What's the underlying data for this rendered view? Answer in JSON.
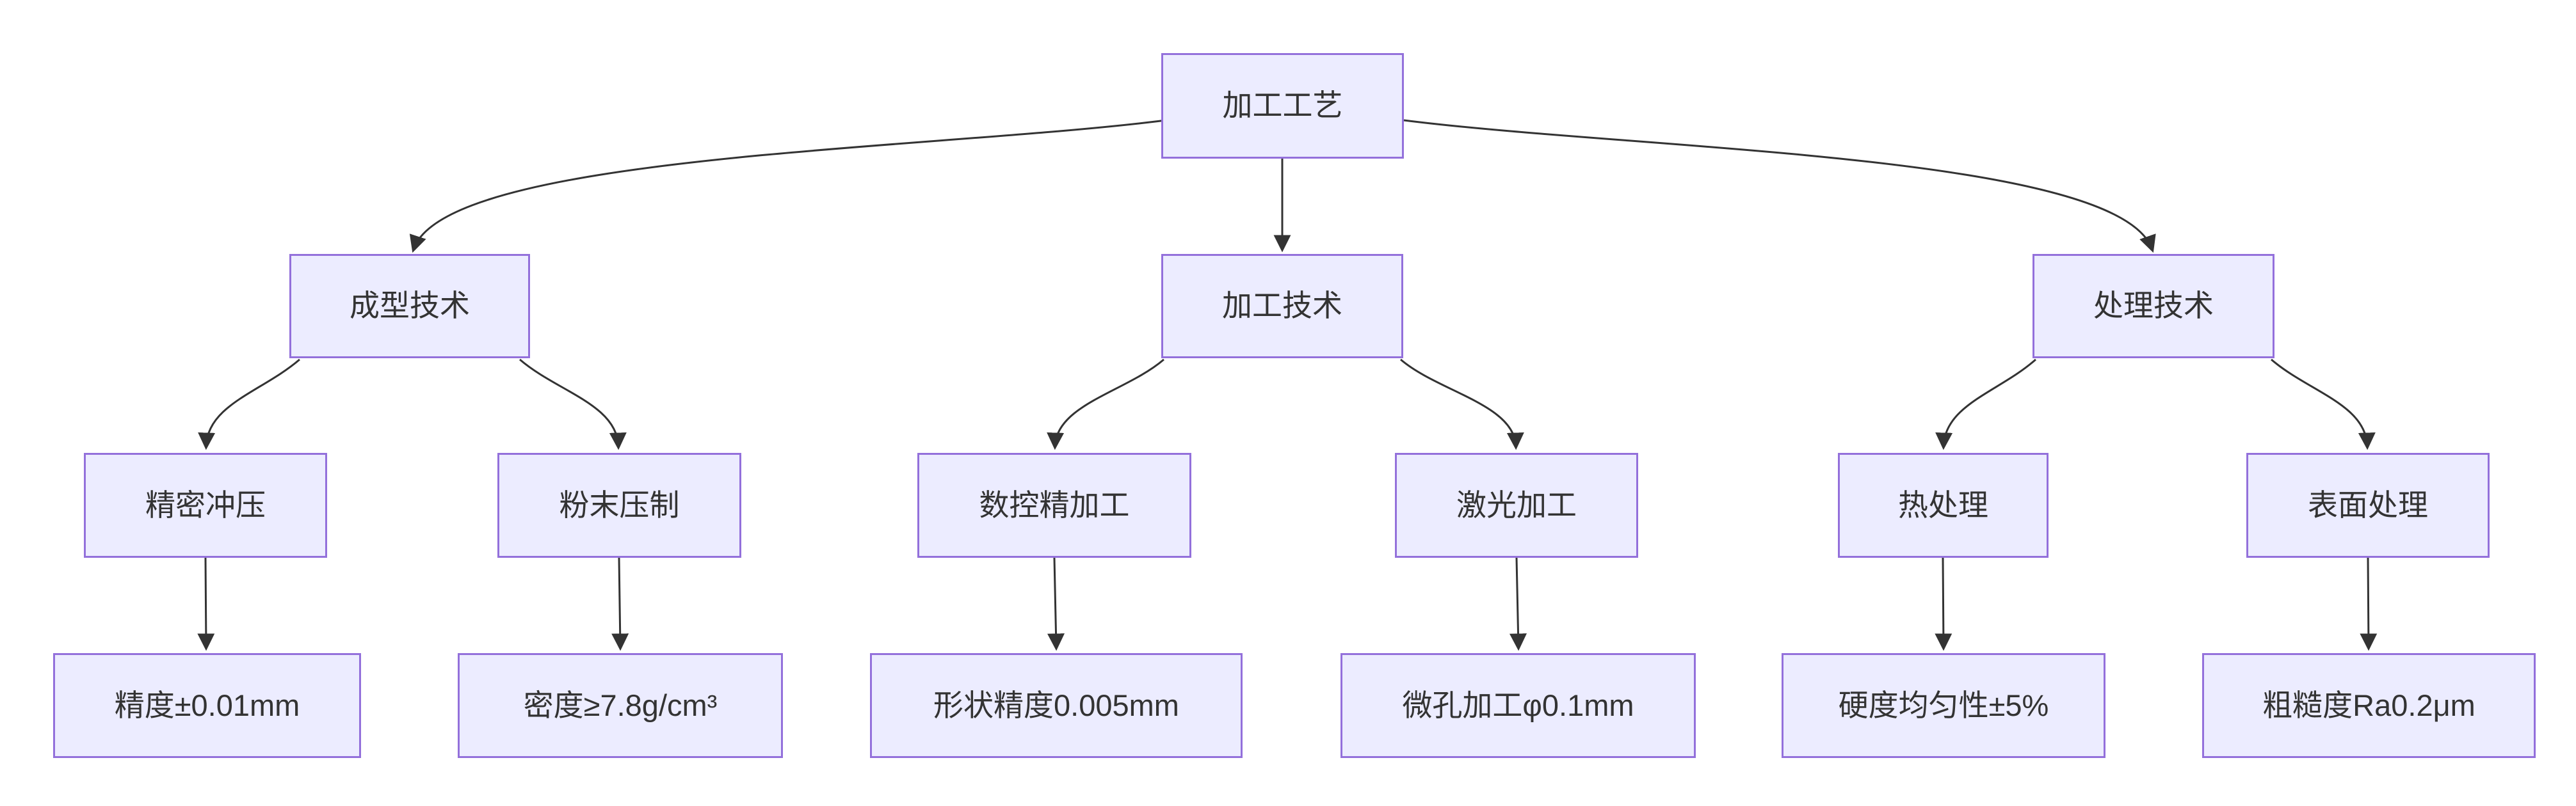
{
  "diagram_type": "flowchart-top-down",
  "colors": {
    "node_fill": "#ECECFF",
    "node_border": "#9370DB",
    "edge": "#333333",
    "text": "#333333",
    "background": "#FFFFFF"
  },
  "nodes": {
    "root": "加工工艺",
    "forming": "成型技术",
    "machining": "加工技术",
    "treatment": "处理技术",
    "stamping": "精密冲压",
    "powder": "粉末压制",
    "cnc": "数控精加工",
    "laser": "激光加工",
    "heat": "热处理",
    "surface": "表面处理",
    "stamping_spec": "精度±0.01mm",
    "powder_spec": "密度≥7.8g/cm³",
    "cnc_spec": "形状精度0.005mm",
    "laser_spec": "微孔加工φ0.1mm",
    "heat_spec": "硬度均匀性±5%",
    "surface_spec": "粗糙度Ra0.2μm"
  },
  "structure": {
    "edges": [
      {
        "from": "root",
        "to": "forming"
      },
      {
        "from": "root",
        "to": "machining"
      },
      {
        "from": "root",
        "to": "treatment"
      },
      {
        "from": "forming",
        "to": "stamping"
      },
      {
        "from": "forming",
        "to": "powder"
      },
      {
        "from": "machining",
        "to": "cnc"
      },
      {
        "from": "machining",
        "to": "laser"
      },
      {
        "from": "treatment",
        "to": "heat"
      },
      {
        "from": "treatment",
        "to": "surface"
      },
      {
        "from": "stamping",
        "to": "stamping_spec"
      },
      {
        "from": "powder",
        "to": "powder_spec"
      },
      {
        "from": "cnc",
        "to": "cnc_spec"
      },
      {
        "from": "laser",
        "to": "laser_spec"
      },
      {
        "from": "heat",
        "to": "heat_spec"
      },
      {
        "from": "surface",
        "to": "surface_spec"
      }
    ]
  }
}
